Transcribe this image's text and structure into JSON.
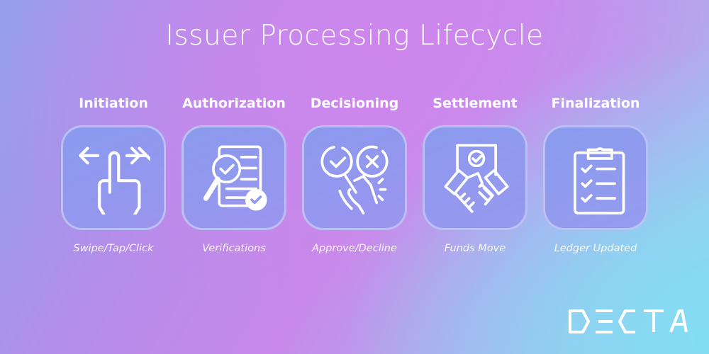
{
  "title": "Issuer Processing Lifecycle",
  "steps": [
    {
      "label": "Initiation",
      "caption": "Swipe/Tap/Click",
      "icon": "swipe-hand-icon"
    },
    {
      "label": "Authorization",
      "caption": "Verifications",
      "icon": "document-verification-icon"
    },
    {
      "label": "Decisioning",
      "caption": "Approve/Decline",
      "icon": "approve-decline-icon"
    },
    {
      "label": "Settlement",
      "caption": "Funds Move",
      "icon": "handshake-icon"
    },
    {
      "label": "Finalization",
      "caption": "Ledger Updated",
      "icon": "clipboard-checklist-icon"
    }
  ],
  "logo": "DECTA",
  "colors": {
    "gradient_start": "#8ea3ec",
    "gradient_mid": "#c889ea",
    "gradient_end": "#82def2",
    "text": "#ffffff"
  }
}
